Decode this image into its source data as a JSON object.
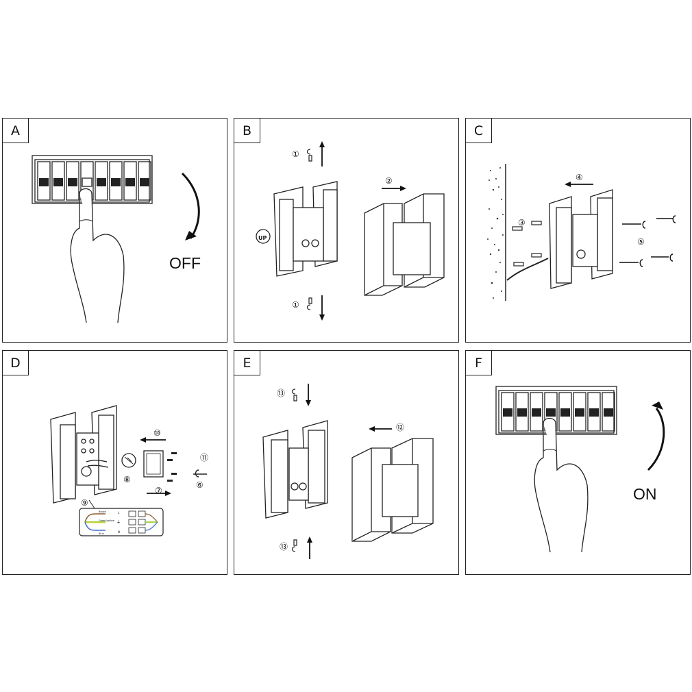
{
  "panels": [
    {
      "id": "A",
      "label": "A",
      "caption": "OFF"
    },
    {
      "id": "B",
      "label": "B",
      "steps": [
        "①",
        "②",
        "①"
      ],
      "badge": "UP"
    },
    {
      "id": "C",
      "label": "C",
      "steps": [
        "③",
        "④",
        "⑤"
      ]
    },
    {
      "id": "D",
      "label": "D",
      "steps": [
        "⑥",
        "⑦",
        "⑧",
        "⑨",
        "⑩",
        "⑪"
      ],
      "wiring": {
        "wire_labels": [
          "Brown",
          "Green/yellow",
          "Blue"
        ],
        "terminal_labels": [
          "L",
          "⏚",
          "N"
        ]
      }
    },
    {
      "id": "E",
      "label": "E",
      "steps": [
        "⑬",
        "⑫",
        "⑬"
      ]
    },
    {
      "id": "F",
      "label": "F",
      "caption": "ON"
    }
  ],
  "colors": {
    "line": "#222222",
    "wire_brown": "#8b5a2b",
    "wire_green": "#9acd32",
    "wire_yellow": "#e8d84a",
    "wire_blue": "#3b6cc9"
  }
}
